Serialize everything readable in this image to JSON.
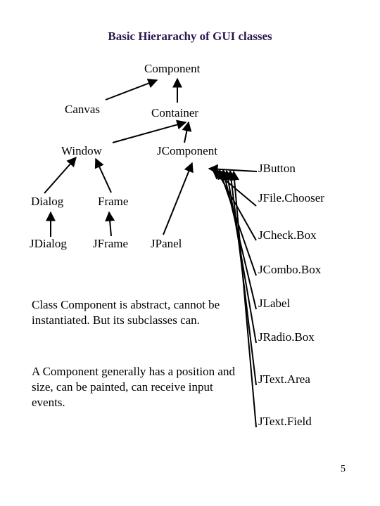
{
  "title": "Basic Hierarachy of GUI classes",
  "nodes": {
    "component": "Component",
    "canvas": "Canvas",
    "container": "Container",
    "window": "Window",
    "jcomponent": "JComponent",
    "dialog": "Dialog",
    "frame": "Frame",
    "jdialog": "JDialog",
    "jframe": "JFrame",
    "jpanel": "JPanel",
    "jbutton": "JButton",
    "jfilechooser": "JFile.Chooser",
    "jcheckbox": "JCheck.Box",
    "jcombobox": "JCombo.Box",
    "jlabel": "JLabel",
    "jradiobox": "JRadio.Box",
    "jtextarea": "JText.Area",
    "jtextfield": "JText.Field"
  },
  "notes": {
    "abstract": "Class Component is abstract, cannot be instantiated. But its subclasses can.",
    "capabilities": "A Component generally has a position and size, can be painted, can receive input events."
  },
  "page_number": "5"
}
